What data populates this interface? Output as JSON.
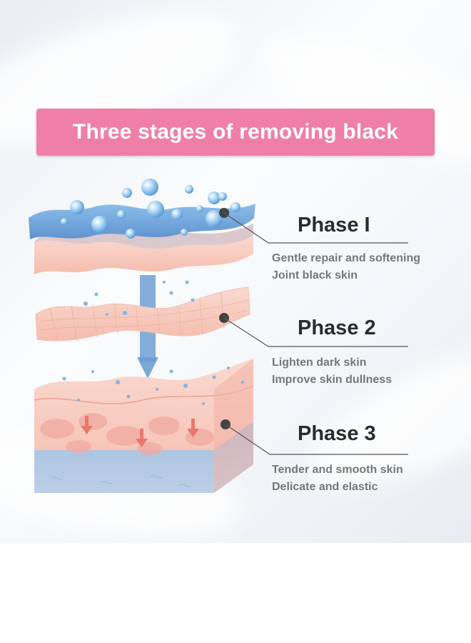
{
  "banner": {
    "title": "Three stages of removing black",
    "color": "#ef7fa7"
  },
  "phases": [
    {
      "title": "Phase I",
      "lines": [
        "Gentle repair and softening",
        "Joint black skin"
      ]
    },
    {
      "title": "Phase 2",
      "lines": [
        "Lighten dark skin",
        "Improve skin dullness"
      ]
    },
    {
      "title": "Phase 3",
      "lines": [
        "Tender and smooth skin",
        "Delicate and elastic"
      ]
    }
  ],
  "colors": {
    "skin": "#f6c3b6",
    "water": "#6fa6de",
    "accent_arrow": "#e8786a"
  }
}
